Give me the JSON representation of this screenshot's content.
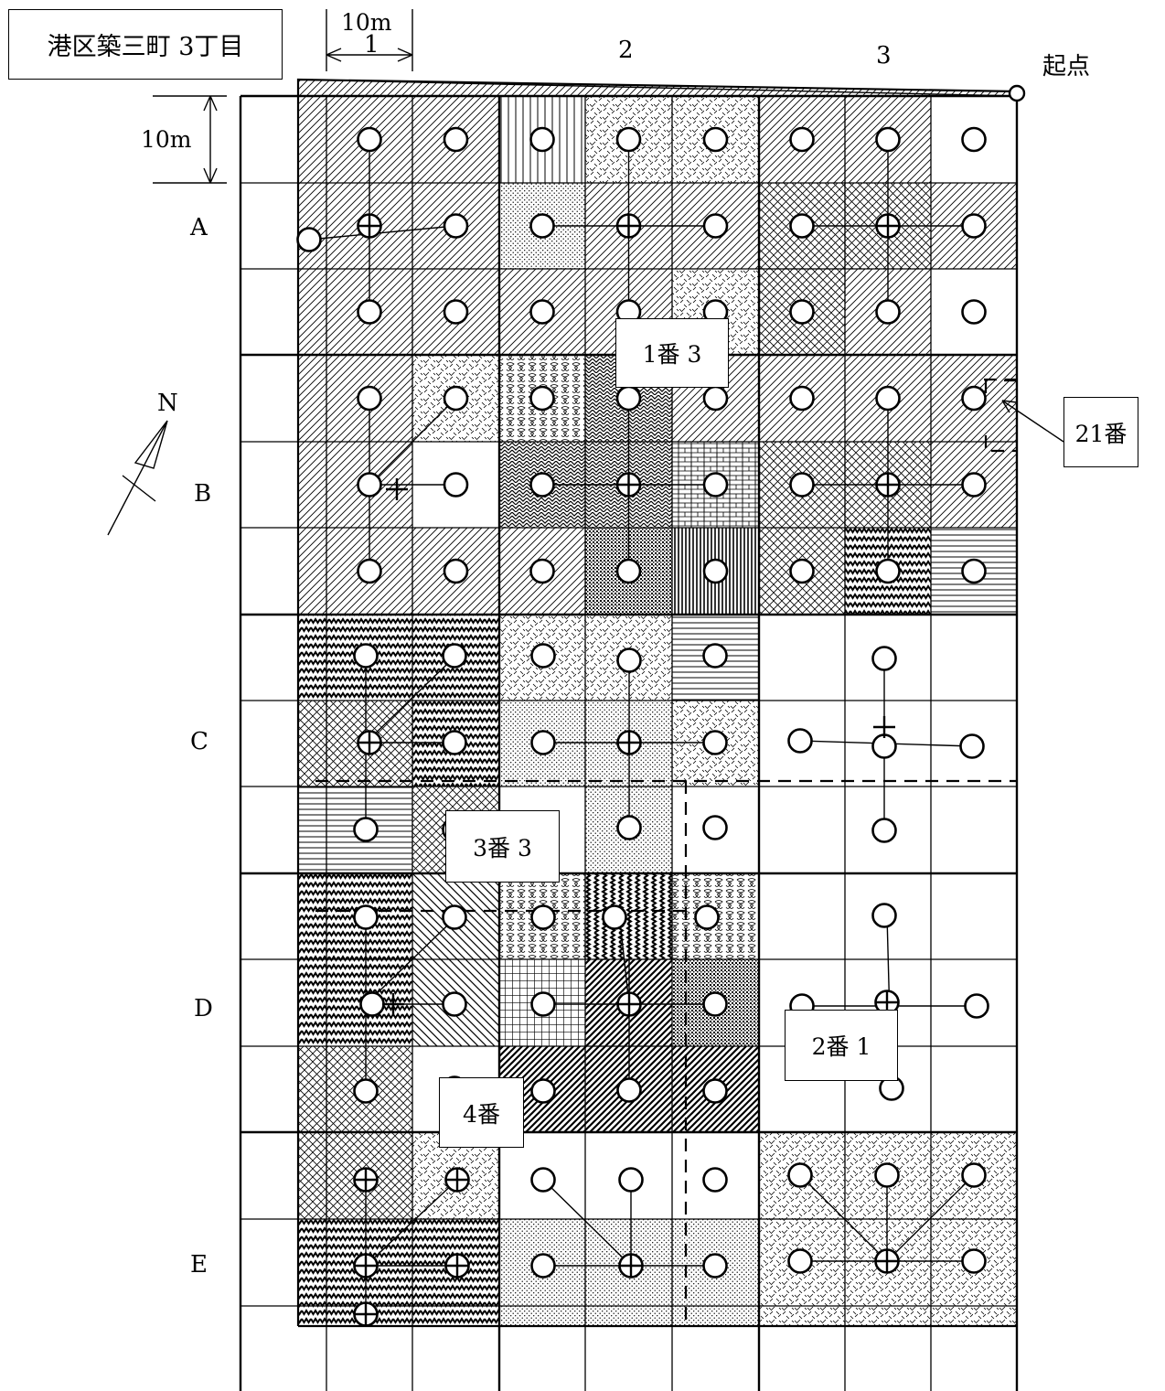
{
  "title": "港区築三町 3丁目",
  "scale": {
    "horizontal": "10m",
    "vertical": "10m"
  },
  "column_labels": [
    "1",
    "2",
    "3"
  ],
  "row_labels": [
    "A",
    "B",
    "C",
    "D",
    "E"
  ],
  "origin_label": "起点",
  "north_label": "N",
  "lot_labels": {
    "lot_1_3": "1番 3",
    "lot_21": "21番",
    "lot_3_3": "3番 3",
    "lot_2_1": "2番 1",
    "lot_4": "4番"
  }
}
